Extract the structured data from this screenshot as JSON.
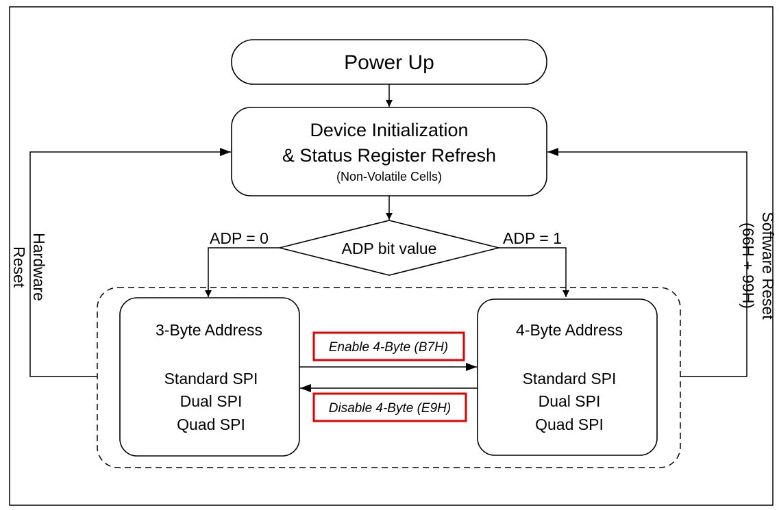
{
  "power_up": "Power Up",
  "init": {
    "line1": "Device Initialization",
    "line2": "& Status Register Refresh",
    "line3": "(Non-Volatile Cells)"
  },
  "decision": "ADP bit value",
  "adp0": "ADP = 0",
  "adp1": "ADP = 1",
  "hardware_reset": {
    "line1": "Hardware",
    "line2": "Reset"
  },
  "software_reset": {
    "line1": "Software Reset",
    "line2": "(66H + 99H)"
  },
  "mode3": {
    "title": "3-Byte Address",
    "l1": "Standard SPI",
    "l2": "Dual SPI",
    "l3": "Quad SPI"
  },
  "mode4": {
    "title": "4-Byte Address",
    "l1": "Standard SPI",
    "l2": "Dual SPI",
    "l3": "Quad SPI"
  },
  "enable_cmd": "Enable 4-Byte (B7H)",
  "disable_cmd": "Disable 4-Byte (E9H)",
  "colors": {
    "highlight": "#e00000",
    "stroke": "#000000"
  }
}
